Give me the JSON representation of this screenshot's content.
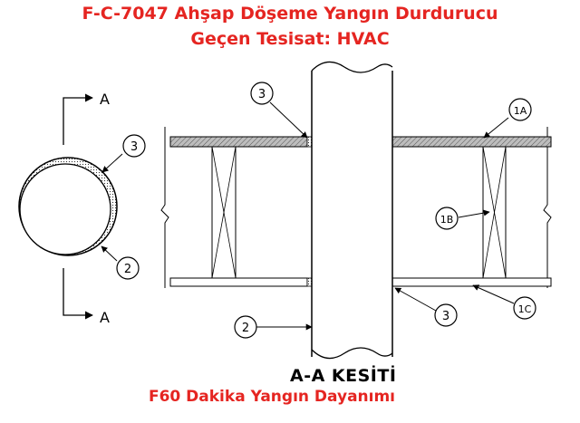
{
  "title_line1": "F-C-7047 Ahşap Döşeme Yangın Durdurucu",
  "title_line2": "Geçen Tesisat: HVAC",
  "section_label": "A-A KESİTİ",
  "rating_label": "F60 Dakika Yangın Dayanımı",
  "section_marks": {
    "top": "A",
    "bottom": "A"
  },
  "callouts": {
    "c3_left": "3",
    "c2_left": "2",
    "c3_top": "3",
    "c1a": "1A",
    "c1b": "1B",
    "c2_bottom": "2",
    "c3_bottom": "3",
    "c1c": "1C"
  },
  "colors": {
    "title": "#e52521",
    "line": "#000000",
    "floor_hatch": "#888888"
  }
}
